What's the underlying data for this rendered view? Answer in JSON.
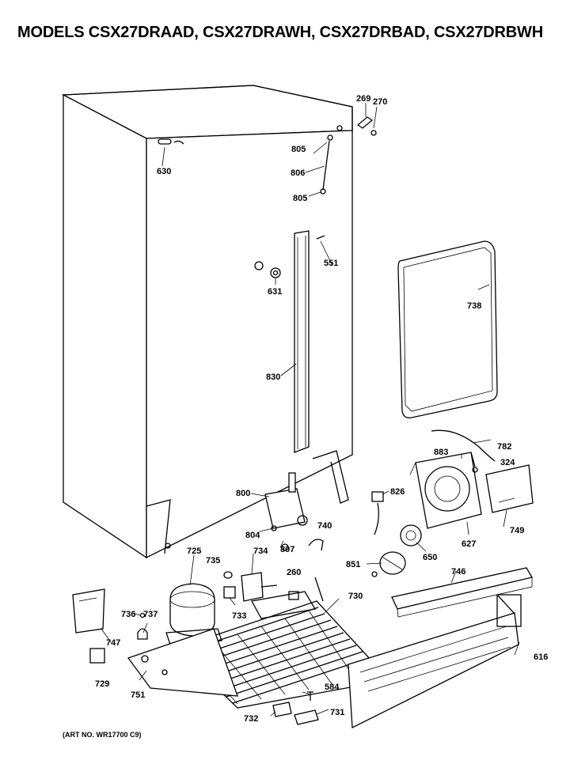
{
  "title": "MODELS CSX27DRAAD, CSX27DRAWH, CSX27DRBAD, CSX27DRBWH",
  "art_number": "(ART NO. WR17700 C9)",
  "parts": {
    "p269": "269",
    "p270": "270",
    "p805a": "805",
    "p806": "806",
    "p805b": "805",
    "p630": "630",
    "p551": "551",
    "p631": "631",
    "p738": "738",
    "p830": "830",
    "p782": "782",
    "p883": "883",
    "p324": "324",
    "p800": "800",
    "p826": "826",
    "p749": "749",
    "p627": "627",
    "p804": "804",
    "p740": "740",
    "p807": "807",
    "p650": "650",
    "p725": "725",
    "p735": "735",
    "p734": "734",
    "p260": "260",
    "p851": "851",
    "p746": "746",
    "p730": "730",
    "p736": "736",
    "p737": "737",
    "p733": "733",
    "p747": "747",
    "p616": "616",
    "p729": "729",
    "p751": "751",
    "p584": "584",
    "p732": "732",
    "p731": "731"
  }
}
